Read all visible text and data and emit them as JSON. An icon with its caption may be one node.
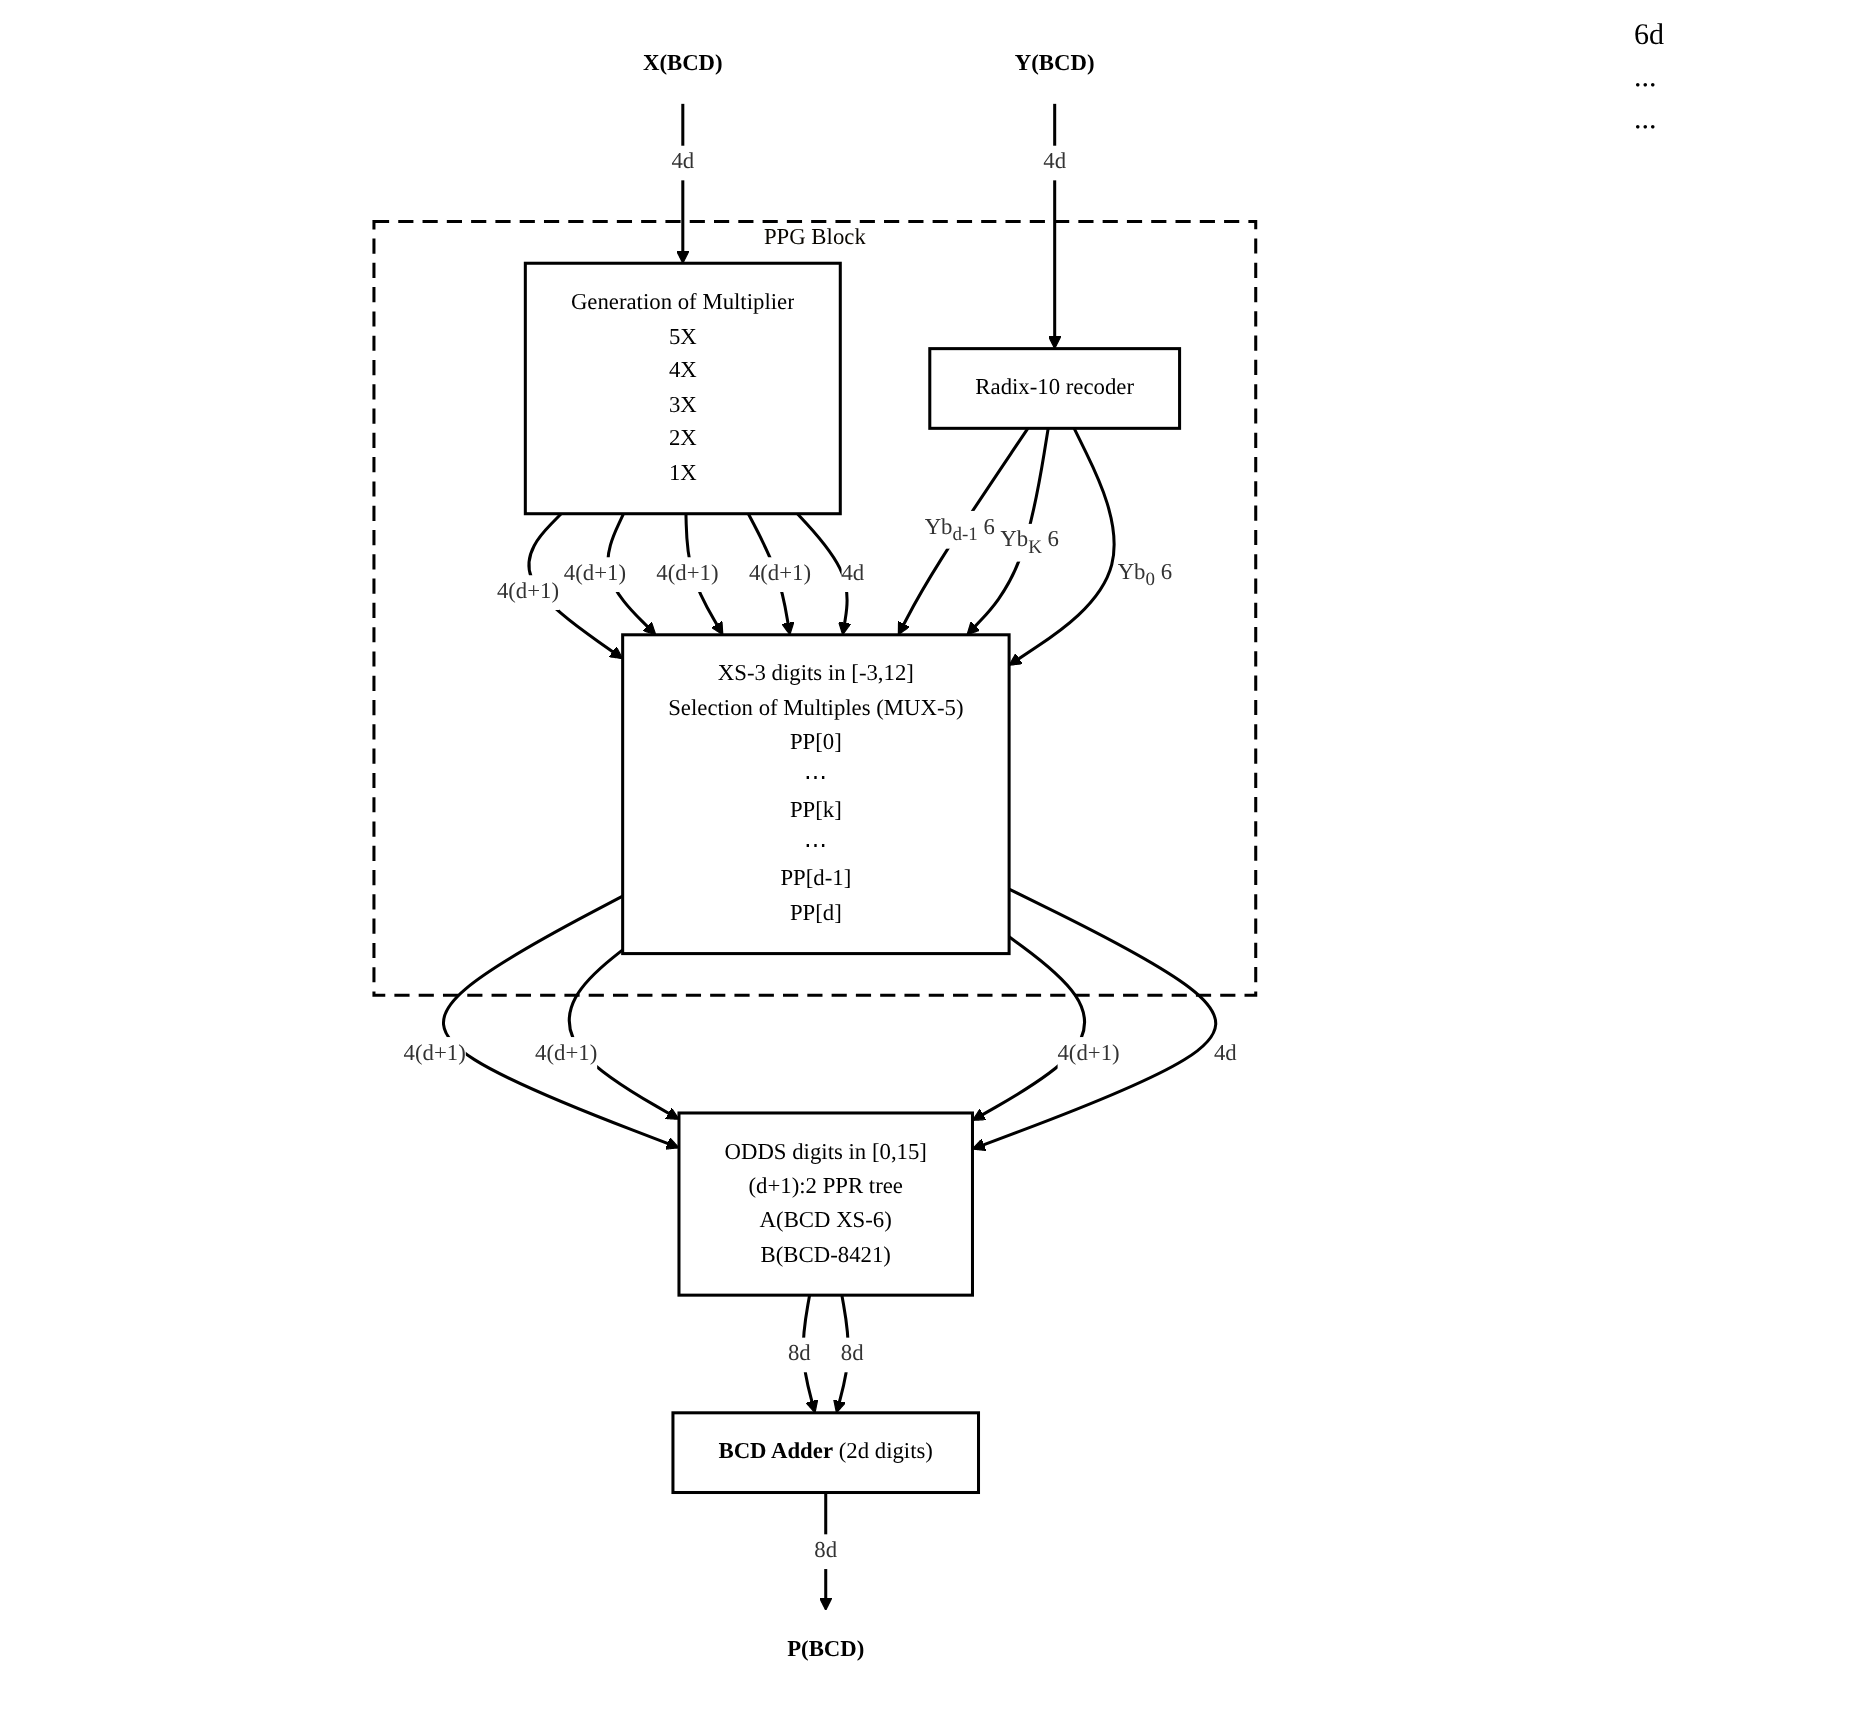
{
  "diagram": {
    "nodes": [
      {
        "text": [
          "PPG Block"
        ]
      },
      {
        "text": [
          "X(BCD)"
        ]
      },
      {
        "text": [
          "Y(BCD)"
        ]
      },
      {
        "text": [
          "Generation of Multiplier",
          "5X",
          "4X",
          "3X",
          "2X",
          "1X"
        ],
        "in": 0
      },
      {
        "text": [
          "Radix-10 recoder"
        ],
        "in": 0
      },
      {
        "text": [
          "XS-3 digits in [-3,12]",
          "Selection of Multiples (MUX-5)",
          "PP[0]",
          "⋯",
          "PP[k]",
          "⋯",
          "PP[d-1]",
          "PP[d]"
        ],
        "in": 0
      },
      {
        "text": [
          "ODDS digits in [0,15]",
          "(d+1):2 PPR tree",
          "A(BCD XS-6)",
          "B(BCD-8421)"
        ]
      },
      {
        "text": [
          "**BCD Adder** (2d digits)"
        ]
      },
      {
        "text": [
          "P(BCD)"
        ]
      }
    ],
    "edges": [
      {
        "from": 1,
        "to": 3,
        "arrow": "to",
        "label": "4d"
      },
      {
        "from": 2,
        "to": 4,
        "arrow": "to",
        "label": "4d"
      },
      {
        "from": 3,
        "to": 5,
        "arrow": "to",
        "label": "4(d+1)"
      },
      {
        "from": 3,
        "to": 5,
        "arrow": "to",
        "label": "4(d+1)"
      },
      {
        "from": 3,
        "to": 5,
        "arrow": "to",
        "label": "4(d+1)"
      },
      {
        "from": 3,
        "to": 5,
        "arrow": "to",
        "label": "4(d+1)"
      },
      {
        "from": 3,
        "to": 5,
        "arrow": "to",
        "label": "4d"
      },
      {
        "from": 4,
        "to": 5,
        "arrow": "to",
        "label": "Yb$_{d-1}$ 6"
      },
      {
        "from": 4,
        "to": 5,
        "arrow": "to",
        "label": "Yb$_{K}$ 6"
      },
      {
        "from": 4,
        "to": 5,
        "arrow": "to",
        "label": "Yb$_{0}$ 6"
      },
      {
        "from": 5,
        "to": 6,
        "arrow": "to",
        "label": "4(d+1)"
      },
      {
        "from": 5,
        "to": 6,
        "arrow": "to",
        "label": "4(d+1)"
      },
      {
        "from": 5,
        "to": 6,
        "arrow": "to",
        "label": "4(d+1)"
      },
      {
        "from": 5,
        "to": 6,
        "arrow": "to",
        "label": "4d"
      },
      {
        "from": 6,
        "to": 7,
        "arrow": "to",
        "label": "8d"
      },
      {
        "from": 6,
        "to": 7,
        "arrow": "to",
        "label": "8d"
      },
      {
        "from": 7,
        "to": 8,
        "arrow": "to",
        "label": "8d"
      }
    ],
    "labels": [
      "6d",
      "...",
      "..."
    ]
  }
}
